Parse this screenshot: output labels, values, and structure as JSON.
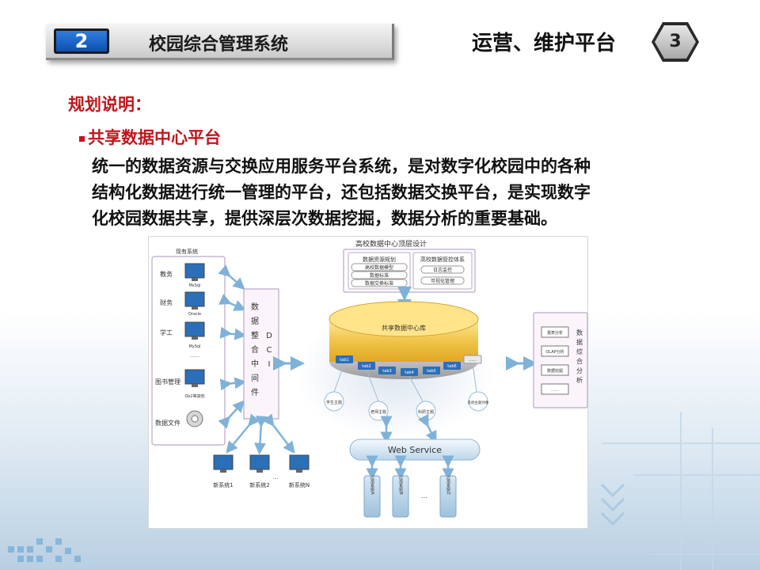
{
  "header": {
    "section_number": "2",
    "title": "校园综合管理系统",
    "right_title": "运营、维护平台",
    "right_number": "3"
  },
  "content": {
    "section_label": "规划说明：",
    "bullet_title": "共享数据中心平台",
    "paragraph_lines": [
      "统一的数据资源与交换应用服务平台系统，是对数字化校园中的各种",
      "结构化数据进行统一管理的平台，还包括数据交换平台，是实现数字",
      "化校园数据共享，提供深层次数据挖掘，数据分析的重要基础。"
    ]
  },
  "diagram": {
    "top_title": "高校数据中心顶层设计",
    "top_left_box": {
      "title": "数据资源规划",
      "items": [
        "高校数据模型",
        "数据标准",
        "数据交换标准"
      ]
    },
    "top_right_box": {
      "title": "高校数据管控体系",
      "items": [
        "日志监控",
        "可视化管理"
      ]
    },
    "existing_systems": {
      "title": "现有系统",
      "items": [
        {
          "label": "教务",
          "db": "MsSql"
        },
        {
          "label": "财务",
          "db": "Oracle"
        },
        {
          "label": "学工",
          "db": "MySql"
        },
        {
          "label": "",
          "db": "……"
        },
        {
          "label": "图书管理",
          "db": "Db2等其他"
        },
        {
          "label": "数据文件",
          "db": ""
        }
      ]
    },
    "integration": {
      "chars": [
        "数",
        "据",
        "整",
        "合",
        "中",
        "间",
        "件"
      ],
      "dci": [
        "D",
        "C",
        "I"
      ]
    },
    "core_db": {
      "label": "共享数据中心库",
      "tables": [
        "tab1",
        "tab2",
        "tab3",
        "tab4",
        "tab5",
        "tab6",
        "……"
      ]
    },
    "topics": [
      "学生主题",
      "老师主题",
      "科研主题",
      "其他主题对象"
    ],
    "analysis": {
      "title_chars": [
        "数",
        "据",
        "综",
        "合",
        "分",
        "析"
      ],
      "items": [
        "报表分析",
        "OLAP分析",
        "数据挖掘",
        "……"
      ]
    },
    "web_service": "Web    Service",
    "app_systems": [
      {
        "label": "应用系统A"
      },
      {
        "label": "应用系统B"
      },
      {
        "label": "应用系统Z"
      }
    ],
    "app_ellipsis": "…",
    "new_systems": [
      "新系统1",
      "新系统2",
      "新系统N"
    ],
    "new_ellipsis": "…"
  },
  "colors": {
    "accent_red": "#c0161c",
    "badge_blue": "#1a5fc4",
    "db_gold": "#f0c64a",
    "frame_purple": "#c9b7d6",
    "arrow_blue": "#7fb2d8"
  }
}
